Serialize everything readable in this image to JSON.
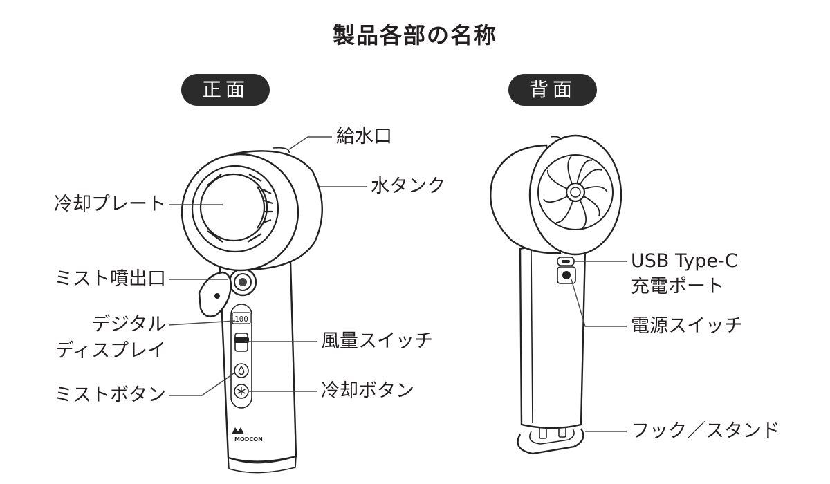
{
  "title": "製品各部の名称",
  "front": {
    "heading": "正面",
    "labels": {
      "water_inlet": "給水口",
      "water_tank": "水タンク",
      "cooling_plate": "冷却プレート",
      "mist_outlet": "ミスト噴出口",
      "digital_display_line1": "デジタル",
      "digital_display_line2": "ディスプレイ",
      "fan_speed_switch": "風量スイッチ",
      "mist_button": "ミストボタン",
      "cooling_button": "冷却ボタン"
    },
    "display_readout": "100",
    "brand_logo": "MODCON"
  },
  "back": {
    "heading": "背面",
    "labels": {
      "usb_port_line1": "USB Type-C",
      "usb_port_line2": "充電ポート",
      "power_switch": "電源スイッチ",
      "hook_stand": "フック／スタンド"
    }
  },
  "icons": {
    "mist_button_icon": "water-drop-icon",
    "cooling_button_icon": "snowflake-icon"
  }
}
